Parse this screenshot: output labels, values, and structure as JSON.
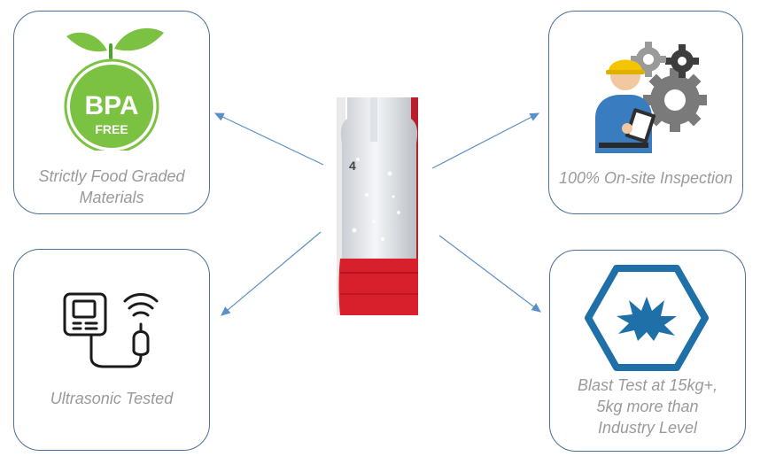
{
  "bpa_logo": {
    "big": "BPA",
    "small": "FREE",
    "colors": {
      "green": "#7cc242",
      "dark_green": "#4fa12d"
    }
  },
  "bottle": {
    "marking": "4"
  },
  "cards": [
    {
      "id": "food",
      "caption": "Strictly Food Graded\nMaterials",
      "icon": "bpa-free-icon"
    },
    {
      "id": "inspection",
      "caption": "100% On-site Inspection",
      "icon": "engineer-gears-icon"
    },
    {
      "id": "ultrasonic",
      "caption": "Ultrasonic Tested",
      "icon": "ultrasonic-tester-icon"
    },
    {
      "id": "blast",
      "caption": "Blast Test at 15kg+,\n5kg more than\nIndustry Level",
      "icon": "explosion-hexagon-icon"
    }
  ],
  "colors": {
    "border": "#4a6f99",
    "arrow": "#5b8fc7",
    "caption": "#9a9a9a",
    "bottle_red": "#d7202c",
    "hexagon": "#1f6fa8"
  }
}
